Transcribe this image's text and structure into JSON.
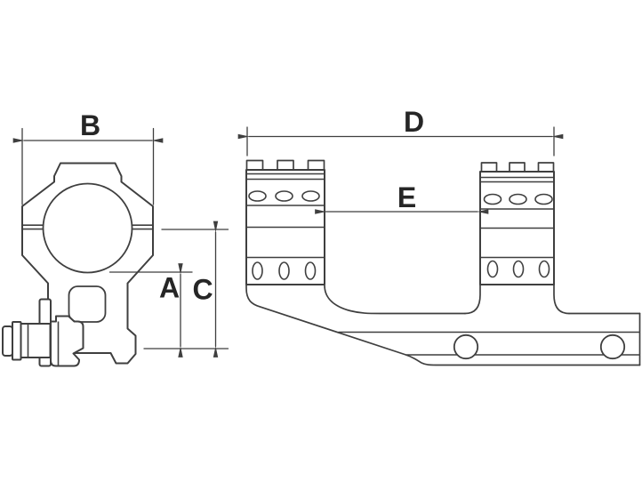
{
  "drawing": {
    "type": "technical-drawing",
    "background_color": "#ffffff",
    "line_color": "#3f3f3f",
    "label_color": "#262626",
    "views": 2,
    "dimension_labels": {
      "a": "A",
      "b": "B",
      "c": "C",
      "d": "D",
      "e": "E"
    }
  }
}
